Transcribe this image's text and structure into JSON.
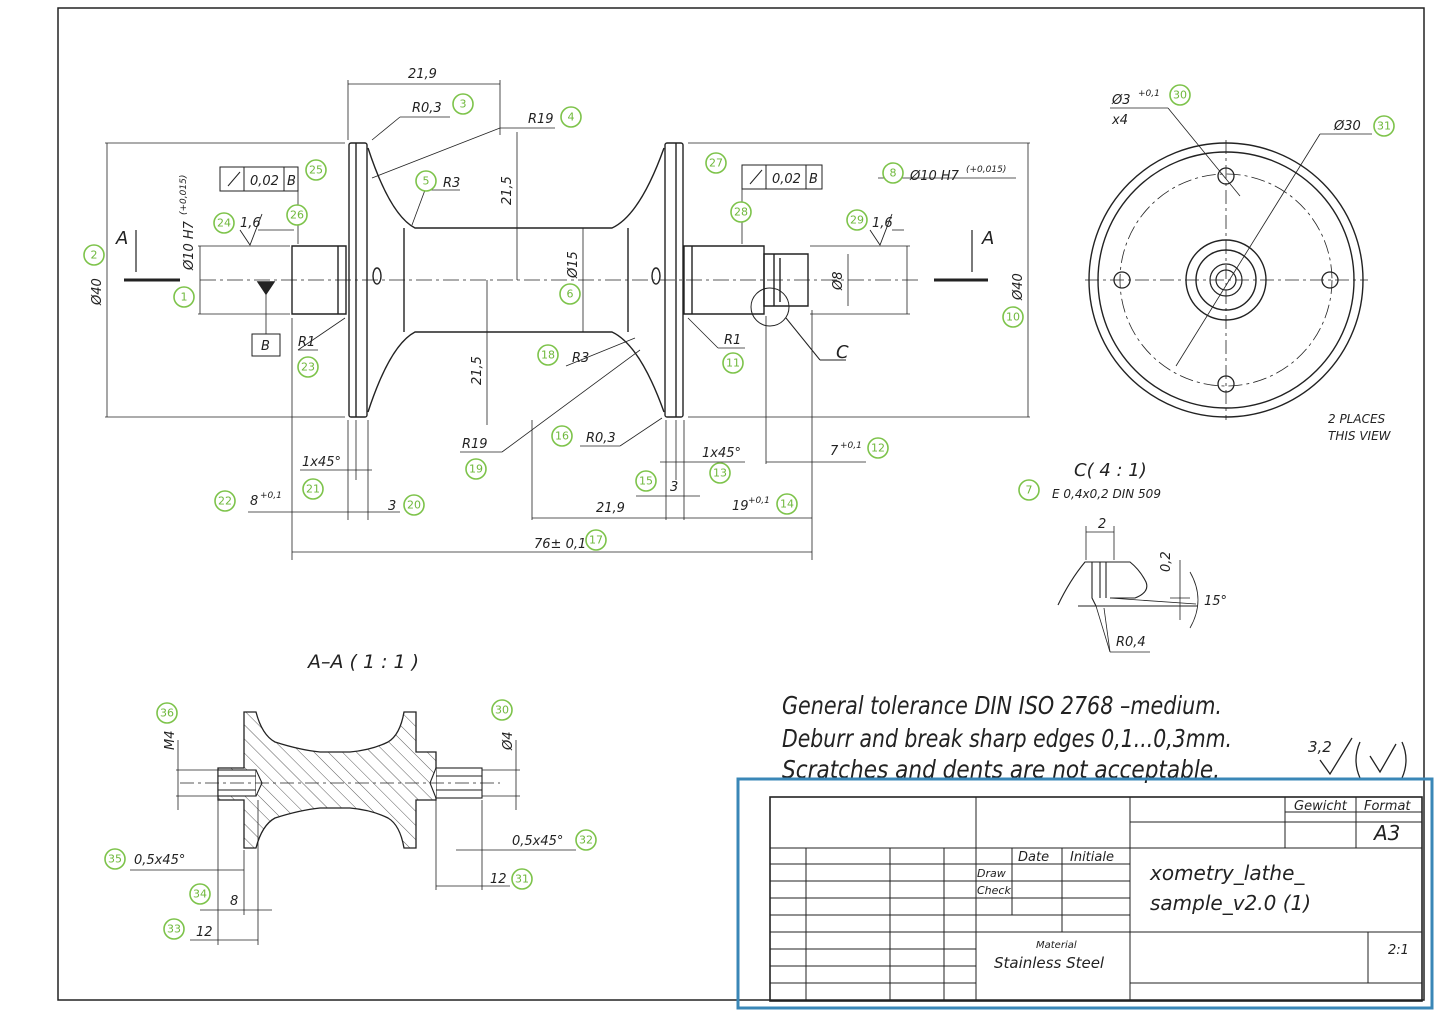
{
  "balloons": {
    "b1": "1",
    "b2": "2",
    "b3": "3",
    "b4": "4",
    "b5": "5",
    "b6": "6",
    "b7": "7",
    "b8": "8",
    "b10": "10",
    "b11": "11",
    "b12": "12",
    "b13": "13",
    "b14": "14",
    "b15": "15",
    "b16": "16",
    "b17": "17",
    "b18": "18",
    "b19": "19",
    "b20": "20",
    "b21": "21",
    "b22": "22",
    "b23": "23",
    "b24": "24",
    "b25": "25",
    "b26": "26",
    "b27": "27",
    "b28": "28",
    "b29": "29",
    "b30a": "30",
    "b30b": "30",
    "b31a": "31",
    "b31b": "31",
    "b32": "32",
    "b33": "33",
    "b34": "34",
    "b35": "35",
    "b36": "36"
  },
  "dims": {
    "d21_9_top": "21,9",
    "r0_3_top": "R0,3",
    "r19_top": "R19",
    "r3_top": "R3",
    "d21_5_top": "21,5",
    "d15": "Ø15",
    "d40_left": "Ø40",
    "d10_left": "Ø10 H7",
    "d10_left_tol": "(+0,015)",
    "roughness_left": "1,6",
    "tol_frame_val": "0,02",
    "datum_b": "B",
    "datum_b_box": "B",
    "r1_left": "R1",
    "r1_right": "R1",
    "r3_bottom": "R3",
    "d21_5_bottom": "21,5",
    "r19_bottom": "R19",
    "r0_3_bottom": "R0,3",
    "chamfer_left": "1x45°",
    "chamfer_right": "1x45°",
    "d8_left": "8",
    "d8_left_tol": "+0,1",
    "d3_left": "3",
    "d3_right": "3",
    "d21_9_bottom": "21,9",
    "d19": "19",
    "d19_tol": "+0,1",
    "d7": "7",
    "d7_tol": "+0,1",
    "d76": "76± 0,1",
    "d10_right": "Ø10 H7",
    "d10_right_tol": "(+0,015)",
    "roughness_right": "1,6",
    "d8_right": "Ø8",
    "d40_right": "Ø40",
    "section_a": "A",
    "label_c": "C"
  },
  "end_view": {
    "hole": "Ø3",
    "hole_tol": "+0,1",
    "hole_count": "x4",
    "dia": "Ø30",
    "places_line1": "2 PLACES",
    "places_line2": "THIS VIEW"
  },
  "detail_c": {
    "title": "C( 4 : 1)",
    "spec": "E 0,4x0,2 DIN 509",
    "w": "2",
    "h": "0,2",
    "angle": "15°",
    "radius": "R0,4"
  },
  "section": {
    "title": "A–A ( 1 : 1 )",
    "thread": "M4",
    "dia": "Ø4",
    "chamfer_left": "0,5x45°",
    "chamfer_right": "0,5x45°",
    "d8": "8",
    "d12_left": "12",
    "d12_right": "12"
  },
  "notes": {
    "line1": "General tolerance DIN ISO 2768 –medium.",
    "line2": "Deburr and break sharp edges 0,1...0,3mm.",
    "line3": "Scratches and dents are not acceptable.",
    "roughness": "3,2"
  },
  "title_block": {
    "gewicht": "Gewicht",
    "format_label": "Format",
    "format_value": "A3",
    "date": "Date",
    "initiale": "Initiale",
    "draw": "Draw",
    "check": "Check",
    "name_line1": "xometry_lathe_",
    "name_line2": "sample_v2.0 (1)",
    "material_label": "Material",
    "material_value": "Stainless Steel",
    "scale": "2:1"
  },
  "colors": {
    "balloon": "#7dc34a",
    "highlight": "#3a87b7",
    "line": "#222222"
  }
}
